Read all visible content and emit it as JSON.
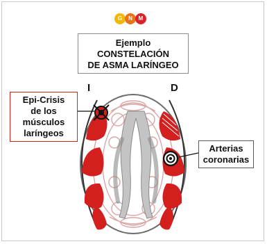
{
  "logo": {
    "letters": [
      "G",
      "N",
      "M"
    ],
    "colors": [
      "#f2b705",
      "#e8731a",
      "#d9232d"
    ]
  },
  "title": {
    "line1": "Ejemplo",
    "line2": "CONSTELACIÓN",
    "line3": "DE ASMA LARÍNGEO"
  },
  "sides": {
    "left": "I",
    "right": "D"
  },
  "callouts": {
    "left": {
      "line1": "Epi-Crisis",
      "line2": "de los",
      "line3": "músculos",
      "line4": "laríngeos"
    },
    "right": {
      "line1": "Arterias",
      "line2": "coronarias"
    }
  },
  "colors": {
    "accent": "#d41f1f",
    "outline": "#6b6b6b",
    "inner": "#d9a6a6"
  }
}
